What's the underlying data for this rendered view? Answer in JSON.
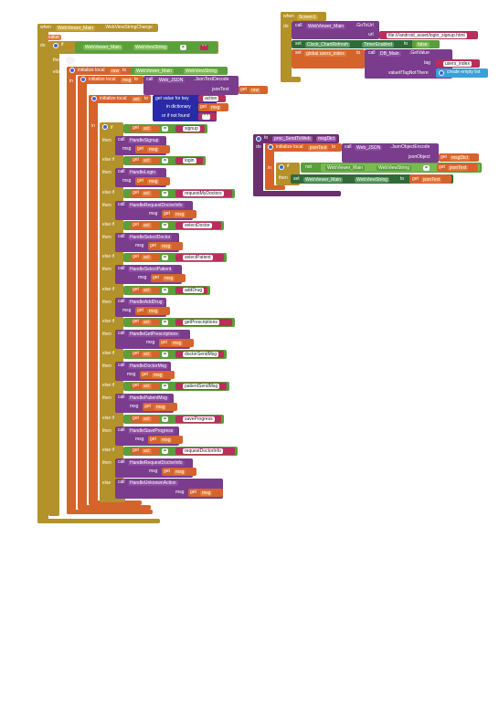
{
  "event_block": {
    "when": "when",
    "component": "WebViewer_Main",
    "event": ".WebViewStringChange",
    "param": "value",
    "do": "do"
  },
  "if_block": {
    "if": "if",
    "then": "then",
    "else": "else",
    "viewer_a": "WebViewer_Main",
    "prop_a": "WebViewString",
    "op": "≠",
    "empty": "\" \""
  },
  "init_raw": {
    "label": "initialize local",
    "var": "raw",
    "to": "to",
    "viewer": "WebViewer_Main",
    "prop": "WebViewString",
    "in": "in"
  },
  "init_msg": {
    "label": "initialize local",
    "var": "msg",
    "to": "to",
    "call": "call",
    "component": "Web_JSON",
    "method": ".JsonTextDecode",
    "param": "jsonText",
    "get": "get",
    "get_var": "raw"
  },
  "init_act": {
    "label": "initialize local",
    "var": "act",
    "to": "to",
    "lookup": "get value for key",
    "key_value": "action",
    "in_dict": "in dictionary",
    "get": "get",
    "dict_var": "msg",
    "not_found": "or if not found",
    "not_found_value": "\" \""
  },
  "actions": [
    {
      "kw": "if",
      "action": "signup",
      "handler": "HandleSignup"
    },
    {
      "kw": "else if",
      "action": "login",
      "handler": "HandleLogin"
    },
    {
      "kw": "else if",
      "action": "requestMyDoctors",
      "handler": "HandleRequestDoctorInfo"
    },
    {
      "kw": "else if",
      "action": "selectDoctor",
      "handler": "HandleSelectDoctor"
    },
    {
      "kw": "else if",
      "action": "selectPatient",
      "handler": "HandleSelectPatient"
    },
    {
      "kw": "else if",
      "action": "addDrug",
      "handler": "HandleAddDrug"
    },
    {
      "kw": "else if",
      "action": "getPrescriptions",
      "handler": "HandleGetPrescriptions"
    },
    {
      "kw": "else if",
      "action": "doctorSendMsg",
      "handler": "HandleDoctorMsg"
    },
    {
      "kw": "else if",
      "action": "patientSendMsg",
      "handler": "HandlePatientMsg"
    },
    {
      "kw": "else if",
      "action": "saveProgress",
      "handler": "HandleSaveProgress"
    },
    {
      "kw": "else if",
      "action": "requestDoctorInfo",
      "handler": "HandleRequestDoctorInfo"
    }
  ],
  "action_common": {
    "get": "get",
    "act_var": "act",
    "eq": "=",
    "then": "then",
    "call": "call",
    "msg_param": "msg",
    "msg_var": "msg"
  },
  "else_action": {
    "else": "else",
    "call": "call",
    "handler": "HandleUnknownAction",
    "msg_param": "msg",
    "get": "get",
    "msg_var": "msg"
  },
  "screen_init": {
    "when": "when",
    "component": "Screen1",
    "event": ".Initialize",
    "do": "do",
    "call": "call",
    "viewer": "WebViewer_Main",
    "method": ".GoToUrl",
    "url_param": "url",
    "url_value": "file:///android_asset/login_signup.html",
    "set": "set",
    "clock": "Clock_ChartRefresh",
    "clock_prop": "TimerEnabled",
    "to": "to",
    "false": "false",
    "global_var": "global users_index",
    "db": "DB_Main",
    "db_method": ".GetValue",
    "tag": "tag",
    "tag_value": "users_index",
    "notfound": "valueIfTagNotThere",
    "empty_list": "create empty list"
  },
  "proc": {
    "to": "to",
    "name": "proc_SendToWeb",
    "param": "msgDict",
    "do": "do",
    "init": "initialize local",
    "var": "jsonText",
    "to2": "to",
    "call": "call",
    "component": "Web_JSON",
    "method": ".JsonObjectEncode",
    "obj_param": "jsonObject",
    "get": "get",
    "obj_var": "msgDict",
    "in": "in",
    "if": "if",
    "not": "not",
    "viewer": "WebViewer_Main",
    "prop": "WebViewString",
    "eq": "=",
    "then": "then",
    "set": "set",
    "to3": "to",
    "get2": "get",
    "val_var": "jsonText"
  }
}
